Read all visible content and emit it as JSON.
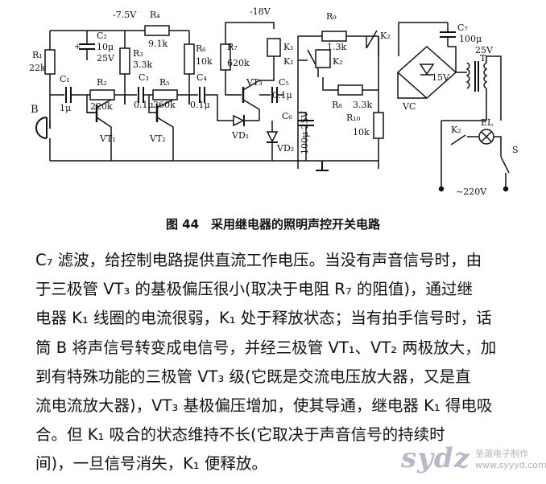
{
  "diagram": {
    "labels": {
      "vneg75": "-7.5V",
      "vneg18": "-18V",
      "r4": "R₄",
      "r4_val": "9.1k",
      "r1": "R₁",
      "r1_val": "22k",
      "c2": "C₂",
      "c2_val": "10μ",
      "c2_v": "25V",
      "r3": "R₃",
      "r3_val": "3.3k",
      "r6": "R₆",
      "r6_val": "10k",
      "r7": "R₇",
      "r7_val": "620k",
      "k1_coil": "K₁",
      "k1_contact": "K₁",
      "r9": "R₉",
      "r9_val": "1.3k",
      "k2_contact_top": "K₂",
      "k2_coil": "K₂",
      "c7": "C₇",
      "c7_val": "100μ",
      "c7_v": "25V",
      "t": "T",
      "v15": "15V",
      "vc": "VC",
      "c1": "C₁",
      "c1_val": "1μ",
      "r2": "R₂",
      "r2_val": "220k",
      "c3": "C₃",
      "c3_val": "0.1μ",
      "r5": "R₅",
      "r5_val": "360k",
      "c4": "C₄",
      "c4_val": "0.1μ",
      "vt3": "VT₃",
      "c5": "C₅",
      "c5_val": "0.1μ",
      "r8": "R₈",
      "r8_val": "3.3k",
      "c6": "C₆",
      "c6_val": "100μ 25V",
      "r10": "R₁₀",
      "r10_val": "10k",
      "b": "B",
      "vt1": "VT₁",
      "vt2": "VT₂",
      "vd1": "VD₁",
      "vd2": "VD₂",
      "k2_switch": "K₂",
      "el": "EL",
      "s": "S",
      "mains": "~220V"
    },
    "caption": "图 44　采用继电器的照明声控开关电路"
  },
  "body_lines": [
    "C₇ 滤波，给控制电路提供直流工作电压。当没有声音信号时，由",
    "于三极管 VT₃ 的基极偏压很小(取决于电阻 R₇ 的阻值)，通过继",
    "电器 K₁ 线圈的电流很弱，K₁ 处于释放状态；当有拍手信号时，话",
    "筒 B 将声信号转变成电信号，并经三极管 VT₁、VT₂ 两极放大，加",
    "到有特殊功能的三极管 VT₃ 级(它既是交流电压放大器，又是直",
    "流电流放大器)，VT₃ 基极偏压增加，使其导通，继电器 K₁ 得电吸",
    "合。但 K₁ 吸合的状态维持不长(它取决于声音信号的持续时",
    "间)，一旦信号消失，K₁ 便释放。"
  ],
  "watermark": {
    "mark": "sydz",
    "name": "圣源电子制作",
    "url": "www.syyyd.com"
  }
}
